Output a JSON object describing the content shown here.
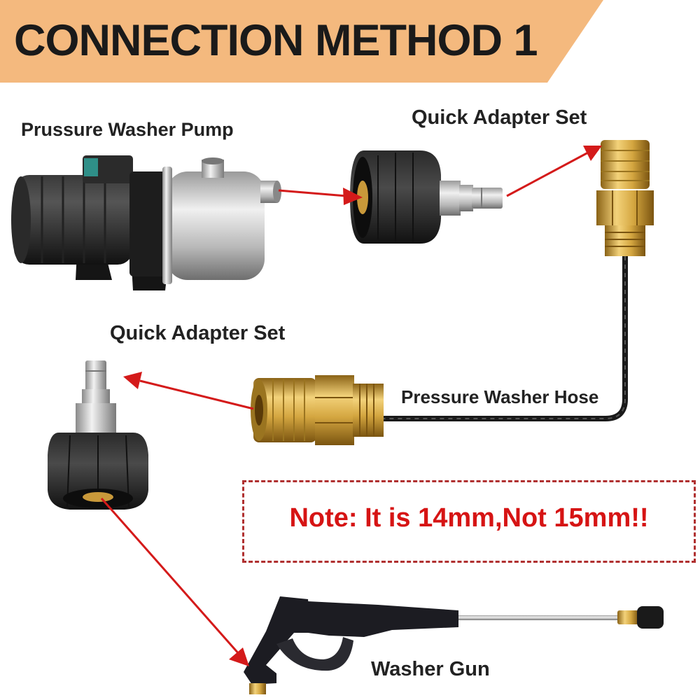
{
  "title": "CONNECTION METHOD 1",
  "labels": {
    "pump": "Prussure Washer Pump",
    "quick_adapter_top": "Quick Adapter Set",
    "quick_adapter_left": "Quick Adapter Set",
    "hose": "Pressure Washer Hose",
    "gun": "Washer Gun"
  },
  "note": "Note: It is 14mm,Not 15mm!!",
  "colors": {
    "banner": "#f4b97e",
    "arrow": "#d41a1a",
    "note_border": "#b03030",
    "brass": "#d4a640"
  }
}
